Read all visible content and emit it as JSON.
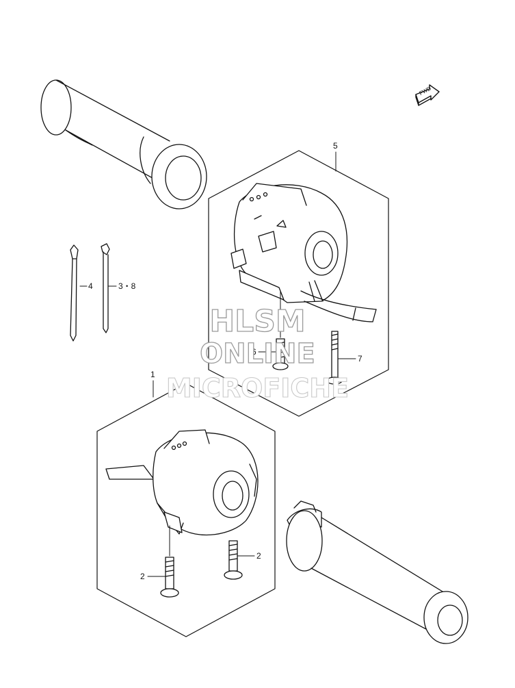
{
  "callouts": {
    "part_1": "1",
    "part_2_upper": "2",
    "part_2_lower": "2",
    "part_3_8": "3・8",
    "part_4": "4",
    "part_5": "5",
    "part_6": "6",
    "part_7": "7"
  },
  "fwd_arrow": {
    "label": "FWD"
  },
  "watermark": {
    "line1": "HLSM",
    "line2": "ONLINE",
    "line3": "MICROFICHE"
  },
  "colors": {
    "line": "#111111",
    "watermark_stroke": "#9a9a9a",
    "background": "#ffffff"
  }
}
